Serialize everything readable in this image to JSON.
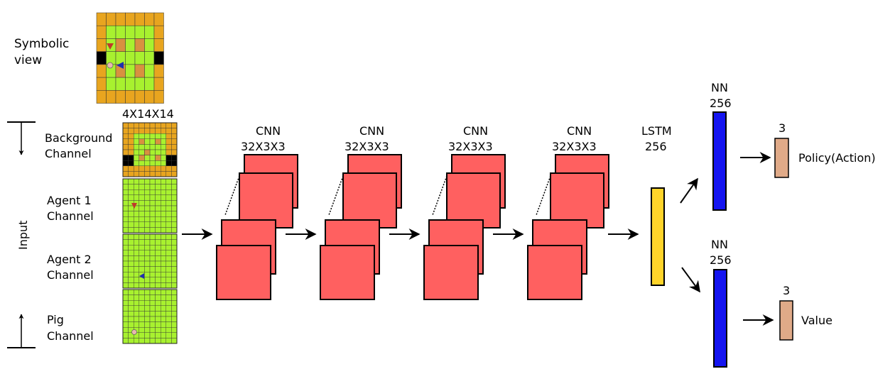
{
  "symbolic": {
    "line1": "Symbolic",
    "line2": "view"
  },
  "input": {
    "label": "Input",
    "dims": "4X14X14",
    "channels": [
      {
        "line1": "Background",
        "line2": "Channel"
      },
      {
        "line1": "Agent 1",
        "line2": "Channel"
      },
      {
        "line1": "Agent 2",
        "line2": "Channel"
      },
      {
        "line1": "Pig",
        "line2": "Channel"
      }
    ]
  },
  "cnn_layers": [
    {
      "name": "CNN",
      "spec": "32X3X3"
    },
    {
      "name": "CNN",
      "spec": "32X3X3"
    },
    {
      "name": "CNN",
      "spec": "32X3X3"
    },
    {
      "name": "CNN",
      "spec": "32X3X3"
    }
  ],
  "lstm": {
    "name": "LSTM",
    "size": "256"
  },
  "heads": [
    {
      "nn_name": "NN",
      "nn_size": "256",
      "out_size": "3",
      "out_label": "Policy(Action)"
    },
    {
      "nn_name": "NN",
      "nn_size": "256",
      "out_size": "3",
      "out_label": "Value"
    }
  ],
  "colors": {
    "wall": "#e8a51f",
    "floor": "#a8f12f",
    "pillar": "#d89140",
    "exit": "#000000",
    "agent1": "#c0392b",
    "agent2": "#1f2fb0",
    "pig": "#e8b8b0",
    "cnn": "#ff6060",
    "lstm": "#ffd42a",
    "nn": "#1515f0",
    "output": "#e0aa88"
  }
}
